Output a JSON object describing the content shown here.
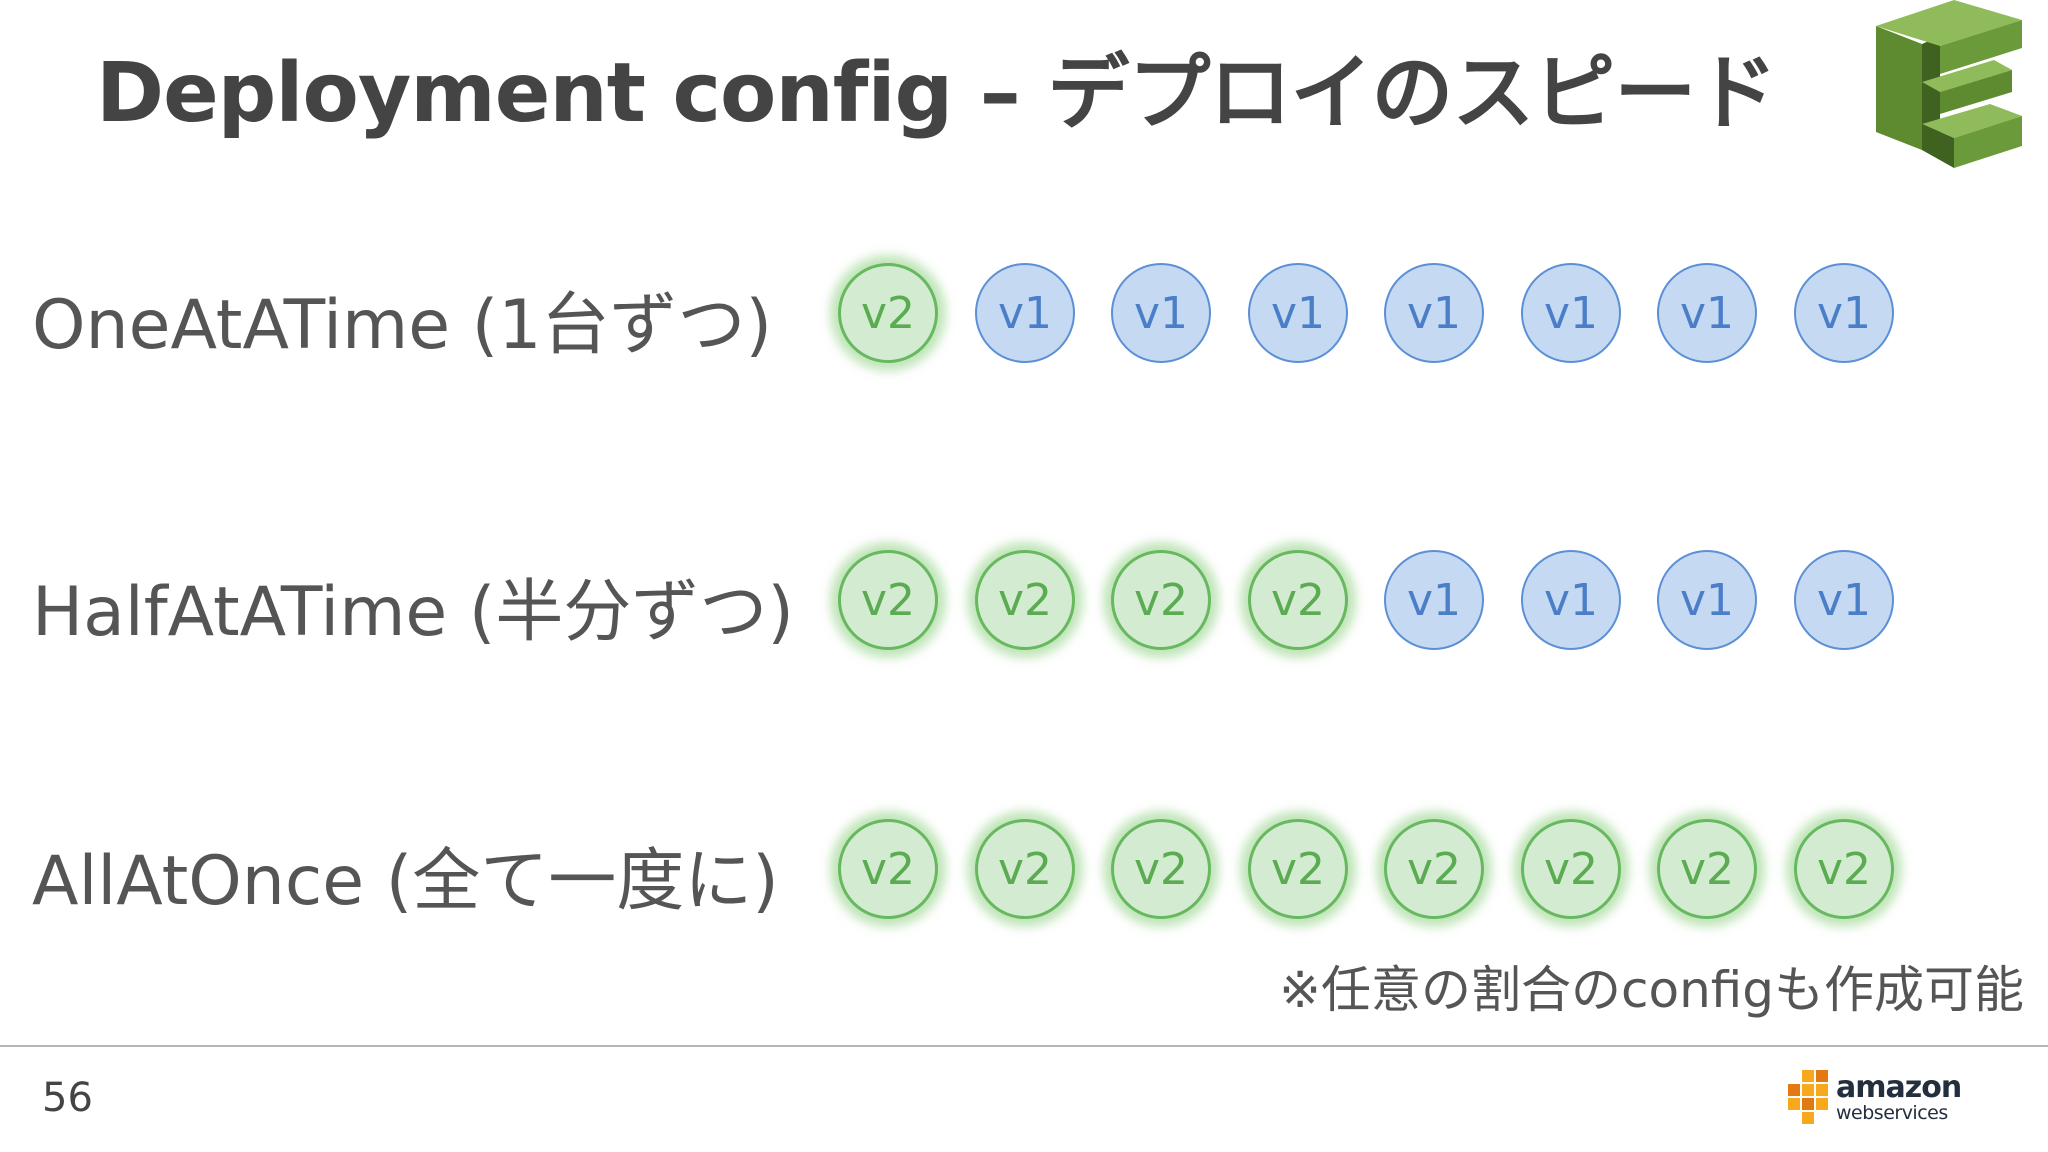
{
  "slide": {
    "title": "Deployment config – デプロイのスピード",
    "page_number": "56",
    "note": "※任意の割合のconfigも作成可能",
    "logos": {
      "product_icon": "codedeploy-icon",
      "vendor_logo": "aws-logo",
      "vendor_logo_text_1": "amazon",
      "vendor_logo_text_2": "webservices"
    }
  },
  "colors": {
    "title_text": "#444444",
    "v1_fill": "#c6d9f3",
    "v1_border": "#5b8fd6",
    "v2_fill": "#d3ebd0",
    "v2_border": "#67b85e",
    "codedeploy_green": "#6a9a3a",
    "aws_orange": "#f7a81b"
  },
  "rows": [
    {
      "label": "OneAtATime (1台ずつ)",
      "instances": [
        "v2",
        "v1",
        "v1",
        "v1",
        "v1",
        "v1",
        "v1",
        "v1"
      ]
    },
    {
      "label": "HalfAtATime (半分ずつ)",
      "instances": [
        "v2",
        "v2",
        "v2",
        "v2",
        "v1",
        "v1",
        "v1",
        "v1"
      ]
    },
    {
      "label": "AllAtOnce (全て一度に)",
      "instances": [
        "v2",
        "v2",
        "v2",
        "v2",
        "v2",
        "v2",
        "v2",
        "v2"
      ]
    }
  ]
}
